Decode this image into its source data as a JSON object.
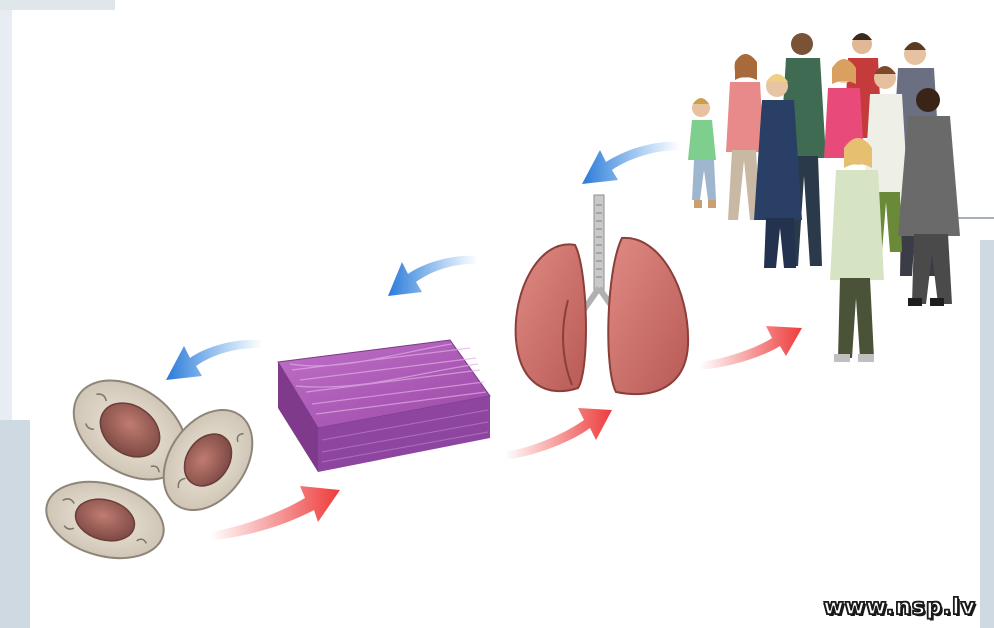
{
  "diagram": {
    "levels": [
      {
        "id": "cells",
        "icon": "cells-icon"
      },
      {
        "id": "tissue",
        "icon": "tissue-block-icon"
      },
      {
        "id": "organ",
        "icon": "lungs-icon"
      },
      {
        "id": "organism",
        "icon": "people-group-icon"
      }
    ],
    "arrow_colors": {
      "up": "#ee3b3b",
      "down": "#3a8ee6"
    }
  },
  "watermark": {
    "text": "www.nsp.lv"
  }
}
